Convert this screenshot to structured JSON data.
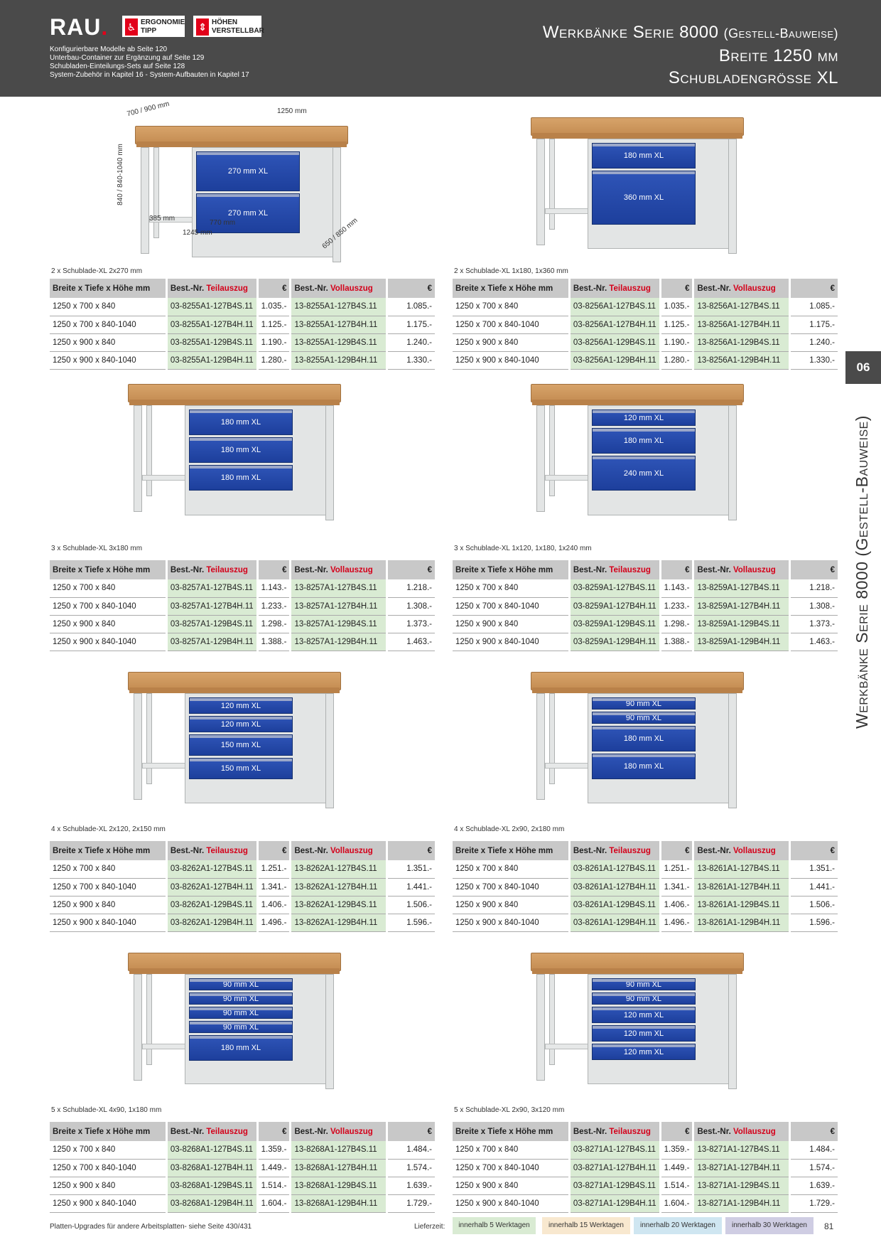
{
  "header": {
    "logo": "RAU",
    "badge1": [
      "ERGONOMIE",
      "TIPP"
    ],
    "badge2": [
      "HÖHEN",
      "VERSTELLBAR"
    ],
    "info": [
      "Konfigurierbare Modelle ab Seite 120",
      "Unterbau-Container zur Ergänzung auf Seite 129",
      "Schubladen-Einteilungs-Sets auf Seite 128",
      "System-Zubehör in Kapitel 16  -  System-Aufbauten in Kapitel 17"
    ],
    "title1": "Werkbänke Serie 8000",
    "title1_small": "(Gestell-Bauweise)",
    "title2": "Breite 1250 mm",
    "title3": "Schubladengrösse XL"
  },
  "side": {
    "tab": "06",
    "title": "Werkbänke Serie 8000 (Gestell-Bauweise)"
  },
  "columns": {
    "size": "Breite x Tiefe x Höhe mm",
    "best": "Best.-Nr. ",
    "teil": "Teilauszug",
    "voll": "Vollauszug",
    "eur": "€"
  },
  "dims": {
    "depth": "700 / 900 mm",
    "width": "1250 mm",
    "height": "840 / 840-1040 mm",
    "d385": "385 mm",
    "d770": "770 mm",
    "d1245": "1245 mm",
    "d650": "650 / 850 mm"
  },
  "products": [
    {
      "caption": "2 x Schublade-XL 2x270 mm",
      "drawers": [
        "270 mm XL",
        "270 mm XL"
      ],
      "rows": [
        [
          "1250 x 700 x 840",
          "03-8255A1-127B4S.11",
          "1.035.-",
          "13-8255A1-127B4S.11",
          "1.085.-"
        ],
        [
          "1250 x 700 x 840-1040",
          "03-8255A1-127B4H.11",
          "1.125.-",
          "13-8255A1-127B4H.11",
          "1.175.-"
        ],
        [
          "1250 x 900 x 840",
          "03-8255A1-129B4S.11",
          "1.190.-",
          "13-8255A1-129B4S.11",
          "1.240.-"
        ],
        [
          "1250 x 900 x 840-1040",
          "03-8255A1-129B4H.11",
          "1.280.-",
          "13-8255A1-129B4H.11",
          "1.330.-"
        ]
      ]
    },
    {
      "caption": "2 x Schublade-XL 1x180, 1x360 mm",
      "drawers": [
        "180 mm XL",
        "360 mm XL"
      ],
      "rows": [
        [
          "1250 x 700 x 840",
          "03-8256A1-127B4S.11",
          "1.035.-",
          "13-8256A1-127B4S.11",
          "1.085.-"
        ],
        [
          "1250 x 700 x 840-1040",
          "03-8256A1-127B4H.11",
          "1.125.-",
          "13-8256A1-127B4H.11",
          "1.175.-"
        ],
        [
          "1250 x 900 x 840",
          "03-8256A1-129B4S.11",
          "1.190.-",
          "13-8256A1-129B4S.11",
          "1.240.-"
        ],
        [
          "1250 x 900 x 840-1040",
          "03-8256A1-129B4H.11",
          "1.280.-",
          "13-8256A1-129B4H.11",
          "1.330.-"
        ]
      ]
    },
    {
      "caption": "3 x Schublade-XL 3x180 mm",
      "drawers": [
        "180 mm XL",
        "180 mm XL",
        "180 mm XL"
      ],
      "rows": [
        [
          "1250 x 700 x 840",
          "03-8257A1-127B4S.11",
          "1.143.-",
          "13-8257A1-127B4S.11",
          "1.218.-"
        ],
        [
          "1250 x 700 x 840-1040",
          "03-8257A1-127B4H.11",
          "1.233.-",
          "13-8257A1-127B4H.11",
          "1.308.-"
        ],
        [
          "1250 x 900 x 840",
          "03-8257A1-129B4S.11",
          "1.298.-",
          "13-8257A1-129B4S.11",
          "1.373.-"
        ],
        [
          "1250 x 900 x 840-1040",
          "03-8257A1-129B4H.11",
          "1.388.-",
          "13-8257A1-129B4H.11",
          "1.463.-"
        ]
      ]
    },
    {
      "caption": "3 x Schublade-XL 1x120, 1x180, 1x240 mm",
      "drawers": [
        "120 mm XL",
        "180 mm XL",
        "240 mm XL"
      ],
      "rows": [
        [
          "1250 x 700 x 840",
          "03-8259A1-127B4S.11",
          "1.143.-",
          "13-8259A1-127B4S.11",
          "1.218.-"
        ],
        [
          "1250 x 700 x 840-1040",
          "03-8259A1-127B4H.11",
          "1.233.-",
          "13-8259A1-127B4H.11",
          "1.308.-"
        ],
        [
          "1250 x 900 x 840",
          "03-8259A1-129B4S.11",
          "1.298.-",
          "13-8259A1-129B4S.11",
          "1.373.-"
        ],
        [
          "1250 x 900 x 840-1040",
          "03-8259A1-129B4H.11",
          "1.388.-",
          "13-8259A1-129B4H.11",
          "1.463.-"
        ]
      ]
    },
    {
      "caption": "4 x Schublade-XL 2x120, 2x150 mm",
      "drawers": [
        "120 mm XL",
        "120 mm XL",
        "150 mm XL",
        "150 mm XL"
      ],
      "rows": [
        [
          "1250 x 700 x 840",
          "03-8262A1-127B4S.11",
          "1.251.-",
          "13-8262A1-127B4S.11",
          "1.351.-"
        ],
        [
          "1250 x 700 x 840-1040",
          "03-8262A1-127B4H.11",
          "1.341.-",
          "13-8262A1-127B4H.11",
          "1.441.-"
        ],
        [
          "1250 x 900 x 840",
          "03-8262A1-129B4S.11",
          "1.406.-",
          "13-8262A1-129B4S.11",
          "1.506.-"
        ],
        [
          "1250 x 900 x 840-1040",
          "03-8262A1-129B4H.11",
          "1.496.-",
          "13-8262A1-129B4H.11",
          "1.596.-"
        ]
      ]
    },
    {
      "caption": "4 x Schublade-XL 2x90, 2x180 mm",
      "drawers": [
        "90 mm XL",
        "90 mm XL",
        "180 mm XL",
        "180 mm XL"
      ],
      "rows": [
        [
          "1250 x 700 x 840",
          "03-8261A1-127B4S.11",
          "1.251.-",
          "13-8261A1-127B4S.11",
          "1.351.-"
        ],
        [
          "1250 x 700 x 840-1040",
          "03-8261A1-127B4H.11",
          "1.341.-",
          "13-8261A1-127B4H.11",
          "1.441.-"
        ],
        [
          "1250 x 900 x 840",
          "03-8261A1-129B4S.11",
          "1.406.-",
          "13-8261A1-129B4S.11",
          "1.506.-"
        ],
        [
          "1250 x 900 x 840-1040",
          "03-8261A1-129B4H.11",
          "1.496.-",
          "13-8261A1-129B4H.11",
          "1.596.-"
        ]
      ]
    },
    {
      "caption": "5 x Schublade-XL 4x90, 1x180 mm",
      "drawers": [
        "90 mm XL",
        "90 mm XL",
        "90 mm XL",
        "90 mm XL",
        "180 mm XL"
      ],
      "rows": [
        [
          "1250 x 700 x 840",
          "03-8268A1-127B4S.11",
          "1.359.-",
          "13-8268A1-127B4S.11",
          "1.484.-"
        ],
        [
          "1250 x 700 x 840-1040",
          "03-8268A1-127B4H.11",
          "1.449.-",
          "13-8268A1-127B4H.11",
          "1.574.-"
        ],
        [
          "1250 x 900 x 840",
          "03-8268A1-129B4S.11",
          "1.514.-",
          "13-8268A1-129B4S.11",
          "1.639.-"
        ],
        [
          "1250 x 900 x 840-1040",
          "03-8268A1-129B4H.11",
          "1.604.-",
          "13-8268A1-129B4H.11",
          "1.729.-"
        ]
      ]
    },
    {
      "caption": "5 x Schublade-XL 2x90, 3x120 mm",
      "drawers": [
        "90 mm XL",
        "90 mm XL",
        "120 mm XL",
        "120 mm XL",
        "120 mm XL"
      ],
      "rows": [
        [
          "1250 x 700 x 840",
          "03-8271A1-127B4S.11",
          "1.359.-",
          "13-8271A1-127B4S.11",
          "1.484.-"
        ],
        [
          "1250 x 700 x 840-1040",
          "03-8271A1-127B4H.11",
          "1.449.-",
          "13-8271A1-127B4H.11",
          "1.574.-"
        ],
        [
          "1250 x 900 x 840",
          "03-8271A1-129B4S.11",
          "1.514.-",
          "13-8271A1-129B4S.11",
          "1.639.-"
        ],
        [
          "1250 x 900 x 840-1040",
          "03-8271A1-129B4H.11",
          "1.604.-",
          "13-8271A1-129B4H.11",
          "1.729.-"
        ]
      ]
    }
  ],
  "footer": {
    "note": "Platten-Upgrades für andere Arbeitsplatten- siehe Seite 430/431",
    "lieferzeit": "Lieferzeit:",
    "lt": [
      "innerhalb 5 Werktagen",
      "innerhalb 15 Werktagen",
      "innerhalb 20 Werktagen",
      "innerhalb 30 Werktagen"
    ],
    "page": "81"
  },
  "colors": {
    "header": "#4a4a4a",
    "red": "#d4001a",
    "drawer": "#1d3f9c",
    "green": "#d9ebd3"
  }
}
